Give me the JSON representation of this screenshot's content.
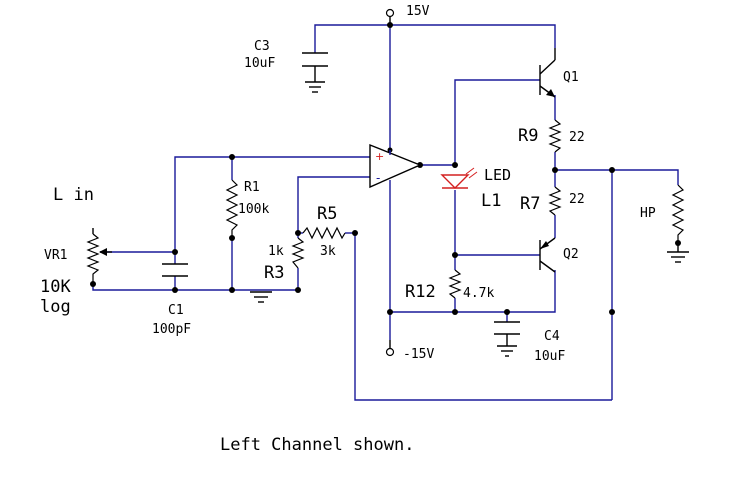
{
  "labels": {
    "v_pos": "15V",
    "v_neg": "-15V",
    "c3_name": "C3",
    "c3_value": "10uF",
    "q1": "Q1",
    "q2": "Q2",
    "r9_name": "R9",
    "r9_value": "22",
    "r7_name": "R7",
    "r7_value": "22",
    "led_name": "LED",
    "l1": "L1",
    "hp": "HP",
    "l_in": "L in",
    "vr1": "VR1",
    "vr1_value": "10K",
    "vr1_taper": "log",
    "r1_name": "R1",
    "r1_value": "100k",
    "r5_name": "R5",
    "r5_value": "3k",
    "r3_value": "1k",
    "r3_name": "R3",
    "c1_name": "C1",
    "c1_value": "100pF",
    "r12_name": "R12",
    "r12_value": "4.7k",
    "c4_name": "C4",
    "c4_value": "10uF",
    "opamp_plus": "+",
    "opamp_minus": "-"
  },
  "caption": "Left Channel shown.",
  "colors": {
    "wire": "#1a1a9a",
    "component": "#000000",
    "led": "#d42020"
  }
}
